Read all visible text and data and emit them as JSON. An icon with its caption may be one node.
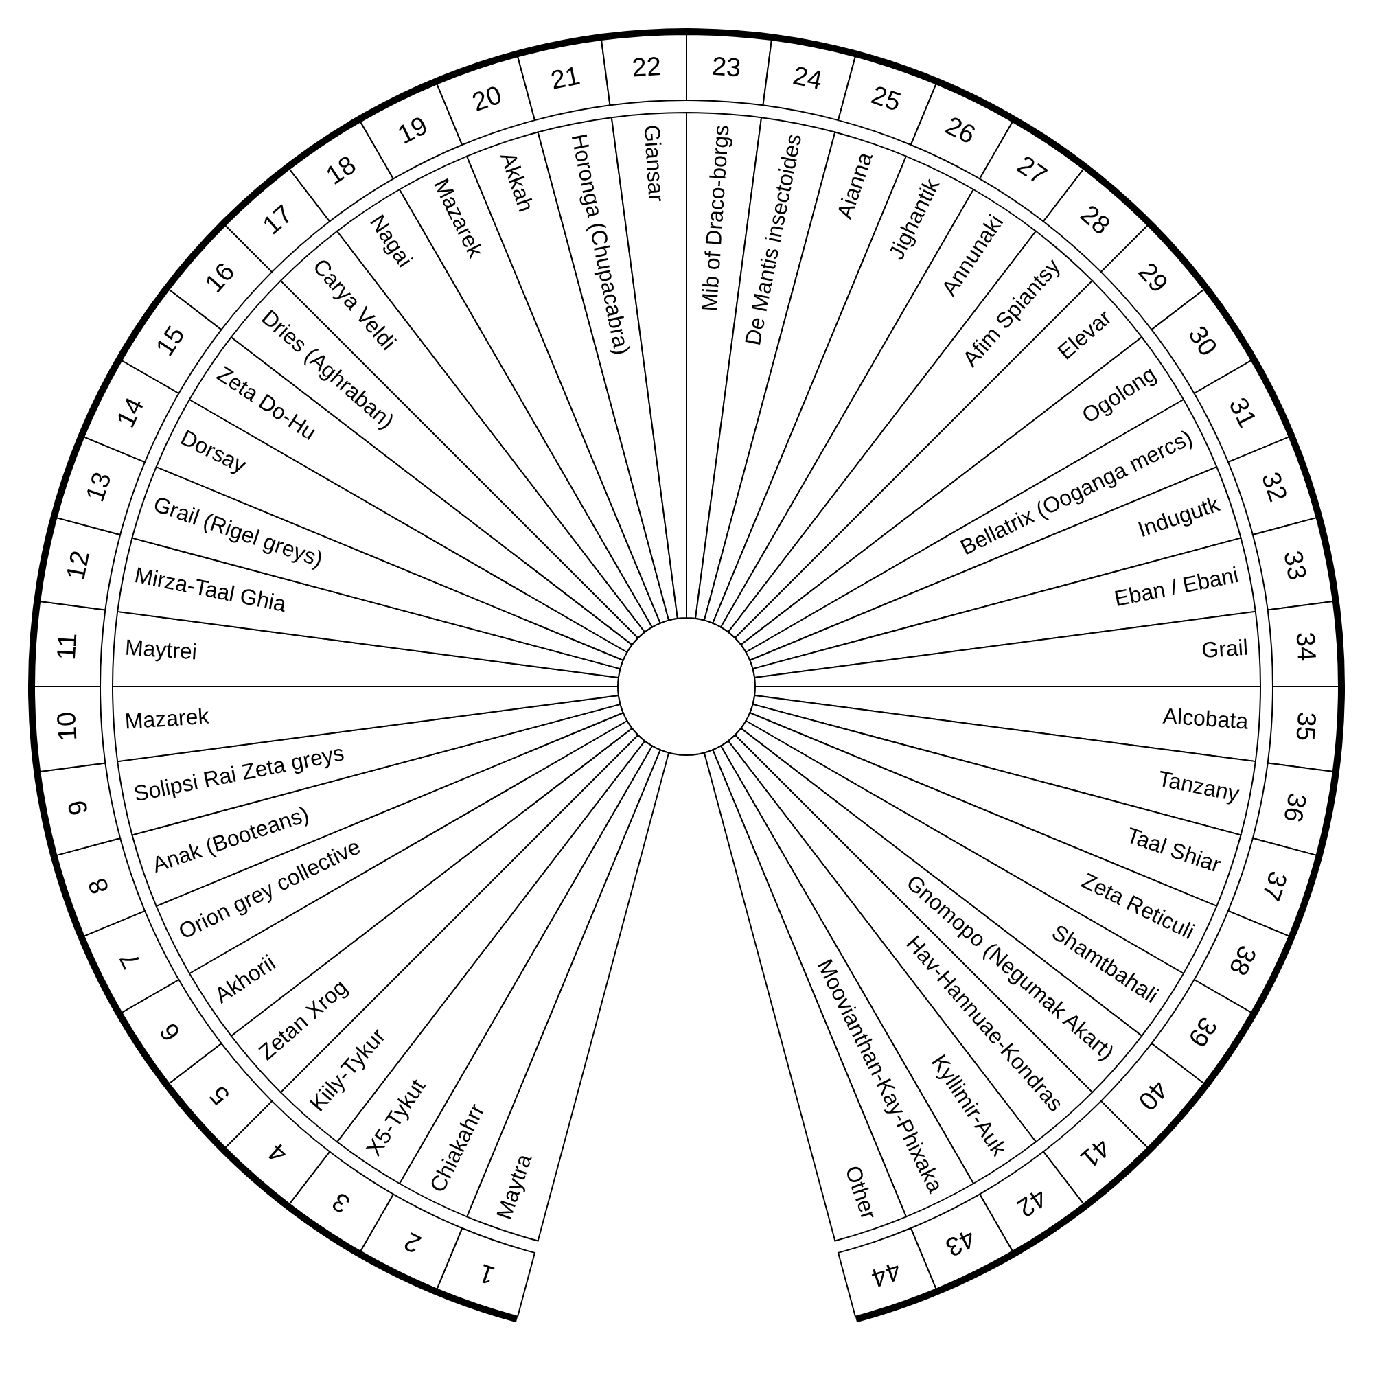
{
  "diagram": {
    "nodes": [
      {
        "text": [
          "1",
          "Maytra"
        ]
      },
      {
        "text": [
          "2",
          "Chiakahrr"
        ]
      },
      {
        "text": [
          "3",
          "X5-Tykut"
        ]
      },
      {
        "text": [
          "4",
          "Kiily-Tykur"
        ]
      },
      {
        "text": [
          "5",
          "Zetan Xrog"
        ]
      },
      {
        "text": [
          "6",
          "Akhorii"
        ]
      },
      {
        "text": [
          "7",
          "Orion grey collective"
        ]
      },
      {
        "text": [
          "8",
          "Anak (Booteans)"
        ]
      },
      {
        "text": [
          "9",
          "Solipsi Rai Zeta greys"
        ]
      },
      {
        "text": [
          "10",
          "Mazarek"
        ]
      },
      {
        "text": [
          "11",
          "Maytrei"
        ]
      },
      {
        "text": [
          "12",
          "Mirza-Taal Ghia"
        ]
      },
      {
        "text": [
          "13",
          "Grail (Rigel greys)"
        ]
      },
      {
        "text": [
          "14",
          "Dorsay"
        ]
      },
      {
        "text": [
          "15",
          "Zeta Do-Hu"
        ]
      },
      {
        "text": [
          "16",
          "Dries (Aghraban)"
        ]
      },
      {
        "text": [
          "17",
          "Carya Veldi"
        ]
      },
      {
        "text": [
          "18",
          "Nagai"
        ]
      },
      {
        "text": [
          "19",
          "Mazarek"
        ]
      },
      {
        "text": [
          "20",
          "Akkah"
        ]
      },
      {
        "text": [
          "21",
          "Horonga (Chupacabra)"
        ]
      },
      {
        "text": [
          "22",
          "Giansar"
        ]
      },
      {
        "text": [
          "23",
          "Mib of Draco-borgs"
        ]
      },
      {
        "text": [
          "24",
          "De Mantis insectoides"
        ]
      },
      {
        "text": [
          "25",
          "Aianna"
        ]
      },
      {
        "text": [
          "26",
          "Jighantik"
        ]
      },
      {
        "text": [
          "27",
          "Annunaki"
        ]
      },
      {
        "text": [
          "28",
          "Afim Spiantsy"
        ]
      },
      {
        "text": [
          "29",
          "Elevar"
        ]
      },
      {
        "text": [
          "30",
          "Ogolong"
        ]
      },
      {
        "text": [
          "31",
          "Bellatrix (Ooganga mercs)"
        ]
      },
      {
        "text": [
          "32",
          "Indugutk"
        ]
      },
      {
        "text": [
          "33",
          "Eban / Ebani"
        ]
      },
      {
        "text": [
          "34",
          "Grail"
        ]
      },
      {
        "text": [
          "35",
          "Alcobata"
        ]
      },
      {
        "text": [
          "36",
          "Tanzany"
        ]
      },
      {
        "text": [
          "37",
          "Taal Shiar"
        ]
      },
      {
        "text": [
          "38",
          "Zeta Reticuli"
        ]
      },
      {
        "text": [
          "39",
          "Shamtbahali"
        ]
      },
      {
        "text": [
          "40",
          "Gnomopo (Negumak Akart)"
        ]
      },
      {
        "text": [
          "41",
          "Hav-Hannuae-Kondras"
        ]
      },
      {
        "text": [
          "42",
          "Kyllimir-Auk"
        ]
      },
      {
        "text": [
          "43",
          "Moovianthan-Kay-Phixaka"
        ]
      },
      {
        "text": [
          "44",
          "Other"
        ]
      },
      {
        "text": [],
        "shape": "circle"
      }
    ]
  }
}
